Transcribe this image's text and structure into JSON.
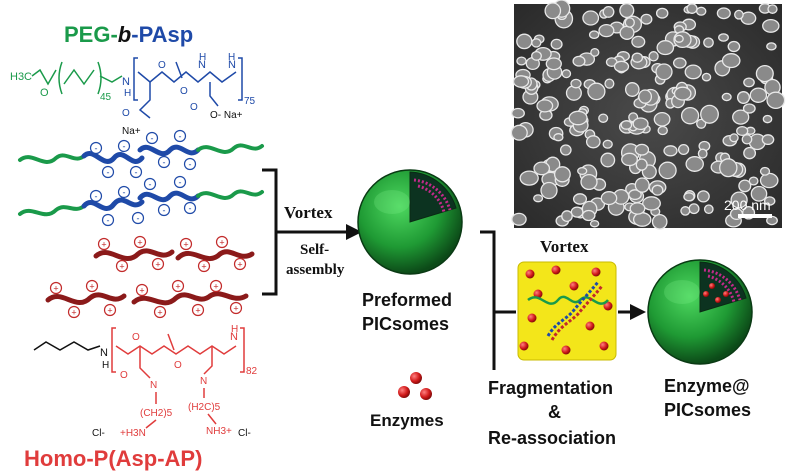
{
  "colors": {
    "peg": "#1a9a4a",
    "pasp": "#1f4aa8",
    "homo": "#e03c3c",
    "black": "#111111",
    "chain_dark": "#8b1a1a",
    "vesicle": "#1fa83a",
    "panel_yellow": "#f3e61a"
  },
  "title": {
    "peg": "PEG-",
    "b": "b",
    "pasp": "-PAsp"
  },
  "chem_top": {
    "h3c": "H3C",
    "o": "O",
    "n45": "45",
    "nh": "N",
    "h": "H",
    "n75": "75",
    "na1": "Na+",
    "na2": "O- Na+"
  },
  "chem_bottom": {
    "n82": "82",
    "cl1": "Cl-",
    "h3n": "+H3N",
    "ch2_1": "(CH2)5",
    "ch2_2": "(H2C)5",
    "nh3": "NH3+",
    "cl2": "Cl-"
  },
  "homo_label": "Homo-P(Asp-AP)",
  "process": {
    "vortex1": "Vortex",
    "self": "Self-",
    "assembly": "assembly",
    "preformed": "Preformed",
    "picsomes": "PICsomes",
    "enzymes": "Enzymes",
    "vortex2": "Vortex",
    "fragmentation": "Fragmentation",
    "amp": "&",
    "reassociation": "Re-association",
    "enzyme_at": "Enzyme@",
    "picsomes2": "PICsomes"
  },
  "sem": {
    "scale": "200 nm"
  },
  "signs": {
    "minus": "-",
    "plus": "+"
  }
}
